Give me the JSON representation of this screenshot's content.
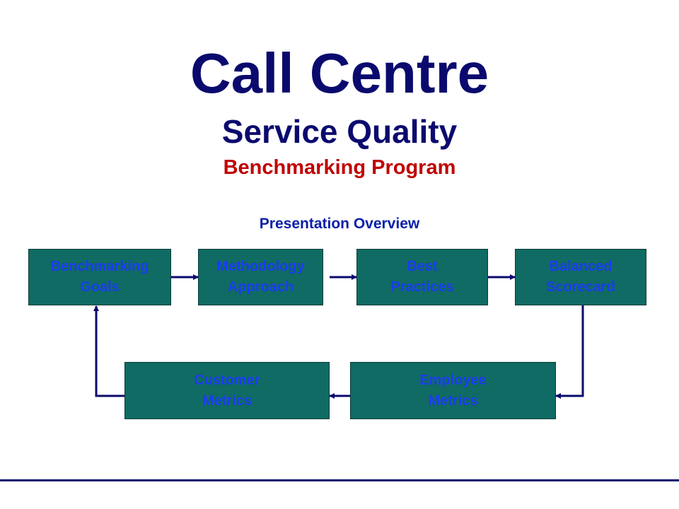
{
  "slide": {
    "title": "Call Centre",
    "subtitle": "Service Quality",
    "program": "Benchmarking Program",
    "overview_label": "Presentation Overview"
  },
  "flow": {
    "steps": [
      {
        "label": "Benchmarking\nGoals"
      },
      {
        "label": "Methodology\nApproach"
      },
      {
        "label": "Best\nPractices"
      },
      {
        "label": "Balanced\nScorecard"
      },
      {
        "label": "Employee\nMetrics"
      },
      {
        "label": "Customer\nMetrics"
      }
    ]
  },
  "colors": {
    "title": "#0a0a6e",
    "program": "#c00000",
    "box_fill": "#0f6b63",
    "box_text": "#1c3cf0",
    "connector": "#0a0a6e"
  }
}
